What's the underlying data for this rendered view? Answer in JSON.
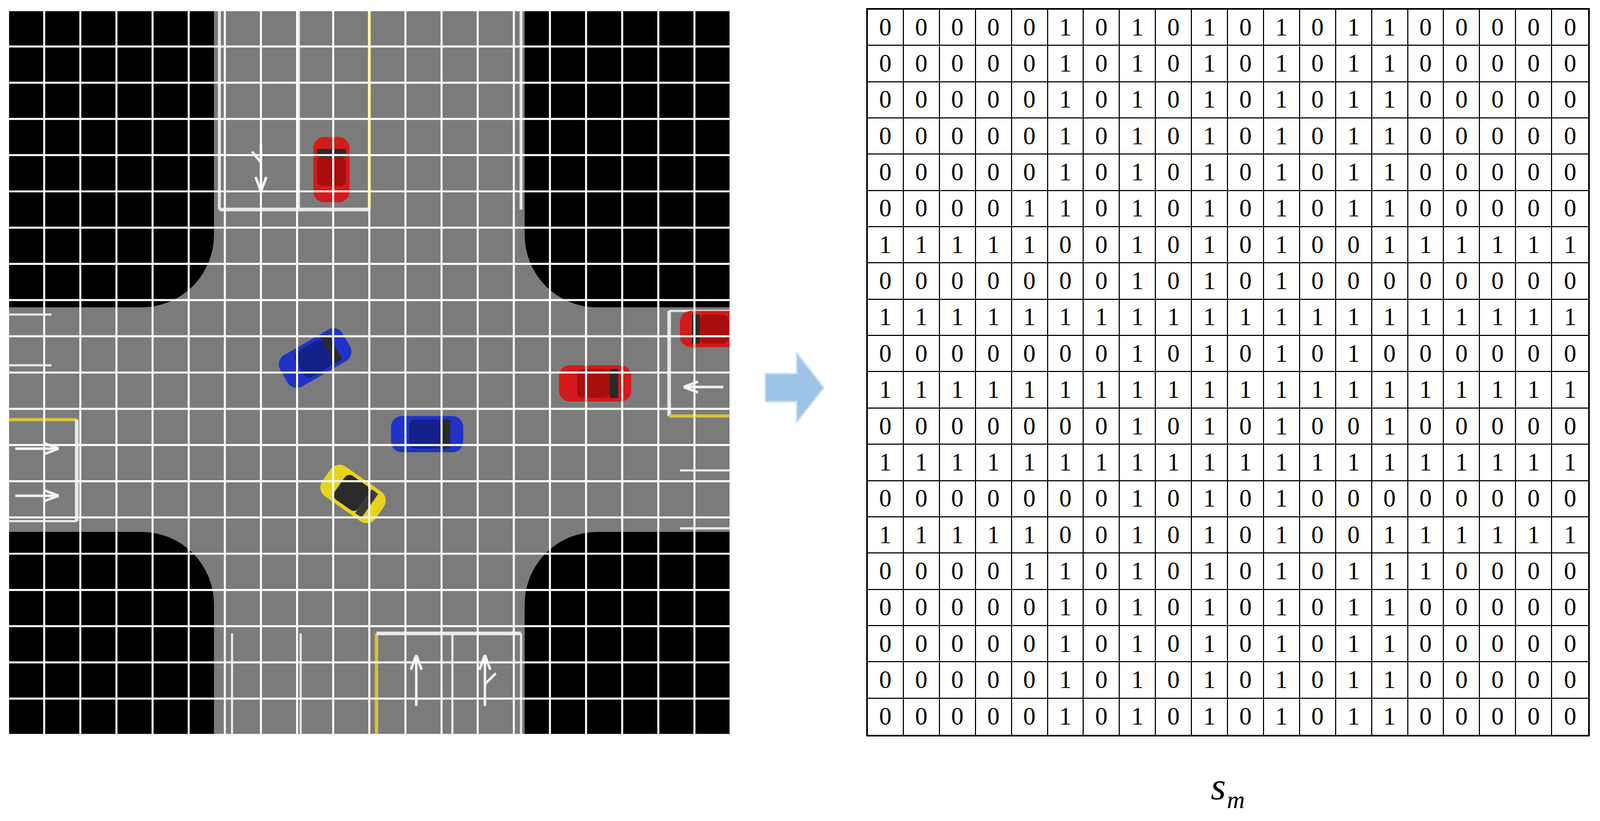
{
  "diagram": {
    "labels": [
      "0",
      "0",
      "0",
      "0",
      "0",
      "1",
      "0",
      "1",
      "0",
      "1",
      "0",
      "1",
      "0",
      "1",
      "1",
      "0",
      "0",
      "0",
      "0",
      "0",
      "0",
      "0",
      "0",
      "0",
      "0",
      "1",
      "0",
      "1",
      "0",
      "1",
      "0",
      "1",
      "0",
      "1",
      "1",
      "0",
      "0",
      "0",
      "0",
      "0",
      "0",
      "0",
      "0",
      "0",
      "0",
      "1",
      "0",
      "1",
      "0",
      "1",
      "0",
      "1",
      "0",
      "1",
      "1",
      "0",
      "0",
      "0",
      "0",
      "0",
      "0",
      "0",
      "0",
      "0",
      "0",
      "1",
      "0",
      "1",
      "0",
      "1",
      "0",
      "1",
      "0",
      "1",
      "1",
      "0",
      "0",
      "0",
      "0",
      "0",
      "0",
      "0",
      "0",
      "0",
      "0",
      "1",
      "0",
      "1",
      "0",
      "1",
      "0",
      "1",
      "0",
      "1",
      "1",
      "0",
      "0",
      "0",
      "0",
      "0",
      "0",
      "0",
      "0",
      "0",
      "1",
      "1",
      "0",
      "1",
      "0",
      "1",
      "0",
      "1",
      "0",
      "1",
      "1",
      "0",
      "0",
      "0",
      "0",
      "0",
      "1",
      "1",
      "1",
      "1",
      "1",
      "0",
      "0",
      "1",
      "0",
      "1",
      "0",
      "1",
      "0",
      "0",
      "1",
      "1",
      "1",
      "1",
      "1",
      "1",
      "0",
      "0",
      "0",
      "0",
      "0",
      "0",
      "0",
      "1",
      "0",
      "1",
      "0",
      "1",
      "0",
      "0",
      "0",
      "0",
      "0",
      "0",
      "0",
      "0",
      "1",
      "1",
      "1",
      "1",
      "1",
      "1",
      "1",
      "1",
      "1",
      "1",
      "1",
      "1",
      "1",
      "1",
      "1",
      "1",
      "1",
      "1",
      "1",
      "1",
      "0",
      "0",
      "0",
      "0",
      "0",
      "0",
      "0",
      "1",
      "0",
      "1",
      "0",
      "1",
      "0",
      "1",
      "0",
      "0",
      "0",
      "0",
      "0",
      "0",
      "1",
      "1",
      "1",
      "1",
      "1",
      "1",
      "1",
      "1",
      "1",
      "1",
      "1",
      "1",
      "1",
      "1",
      "1",
      "1",
      "1",
      "1",
      "1",
      "1",
      "0",
      "0",
      "0",
      "0",
      "0",
      "0",
      "0",
      "1",
      "0",
      "1",
      "0",
      "1",
      "0",
      "0",
      "1",
      "0",
      "0",
      "0",
      "0",
      "0",
      "1",
      "1",
      "1",
      "1",
      "1",
      "1",
      "1",
      "1",
      "1",
      "1",
      "1",
      "1",
      "1",
      "1",
      "1",
      "1",
      "1",
      "1",
      "1",
      "1",
      "0",
      "0",
      "0",
      "0",
      "0",
      "0",
      "0",
      "1",
      "0",
      "1",
      "0",
      "1",
      "0",
      "0",
      "0",
      "0",
      "0",
      "0",
      "0",
      "0",
      "1",
      "1",
      "1",
      "1",
      "1",
      "0",
      "0",
      "1",
      "0",
      "1",
      "0",
      "1",
      "0",
      "0",
      "1",
      "1",
      "1",
      "1",
      "1",
      "1",
      "0",
      "0",
      "0",
      "0",
      "1",
      "1",
      "0",
      "1",
      "0",
      "1",
      "0",
      "1",
      "0",
      "1",
      "1",
      "1",
      "0",
      "0",
      "0",
      "0",
      "0",
      "0",
      "0",
      "0",
      "0",
      "1",
      "0",
      "1",
      "0",
      "1",
      "0",
      "1",
      "0",
      "1",
      "1",
      "0",
      "0",
      "0",
      "0",
      "0",
      "0",
      "0",
      "0",
      "0",
      "0",
      "1",
      "0",
      "1",
      "0",
      "1",
      "0",
      "1",
      "0",
      "1",
      "1",
      "0",
      "0",
      "0",
      "0",
      "0",
      "0",
      "0",
      "0",
      "0",
      "0",
      "1",
      "0",
      "1",
      "0",
      "1",
      "0",
      "1",
      "0",
      "1",
      "1",
      "0",
      "0",
      "0",
      "0",
      "0",
      "0",
      "0",
      "0",
      "0",
      "0",
      "1",
      "0",
      "1",
      "0",
      "1",
      "0",
      "1",
      "0",
      "1",
      "1",
      "0",
      "0",
      "0",
      "0",
      "0",
      "s",
      "m"
    ]
  }
}
